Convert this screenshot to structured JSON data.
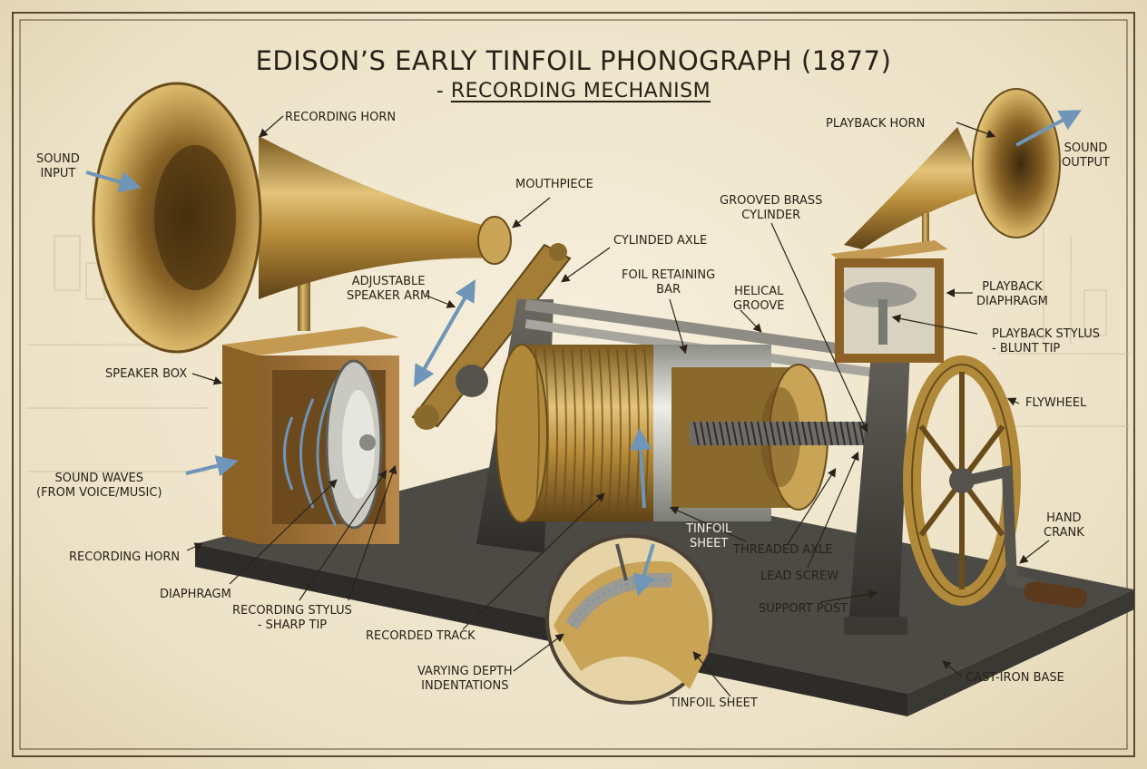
{
  "title": {
    "line1": "EDISON’S EARLY TINFOIL PHONOGRAPH (1877)",
    "line2_prefix": "- ",
    "line2": "RECORDING MECHANISM"
  },
  "colors": {
    "background": "#efe6cf",
    "brass": "#b08a3a",
    "cast_iron": "#4a4842",
    "ink": "#2a2218",
    "arrow_blue": "#6f95b8",
    "tinfoil": "#c9c9c4"
  },
  "labels": {
    "sound_input": [
      "SOUND",
      "INPUT"
    ],
    "recording_horn_top": "RECORDING HORN",
    "mouthpiece": "MOUTHPIECE",
    "adjustable_speaker_arm": [
      "ADJUSTABLE",
      "SPEAKER ARM"
    ],
    "cylinded_axle": "CYLINDED AXLE",
    "foil_retaining_bar": [
      "FOIL RETAINING",
      "BAR"
    ],
    "helical_groove": [
      "HELICAL",
      "GROOVE"
    ],
    "grooved_brass_cylinder": [
      "GROOVED BRASS",
      "CYLINDER"
    ],
    "playback_horn": "PLAYBACK HORN",
    "sound_output": [
      "SOUND",
      "OUTPUT"
    ],
    "playback_diaphragm": [
      "PLAYBACK",
      "DIAPHRAGM"
    ],
    "playback_stylus": [
      "PLAYBACK STYLUS",
      "- BLUNT TIP"
    ],
    "flywheel": "FLYWHEEL",
    "speaker_box": "SPEAKER BOX",
    "sound_waves": [
      "SOUND WAVES",
      "(FROM VOICE/MUSIC)"
    ],
    "recording_horn_bottom": "RECORDING HORN",
    "diaphragm": "DIAPHRAGM",
    "recording_stylus": [
      "RECORDING STYLUS",
      "- SHARP TIP"
    ],
    "recorded_track": "RECORDED TRACK",
    "varying_depth": [
      "VARYING DEPTH",
      "INDENTATIONS"
    ],
    "tinfoil_sheet_inset": "TINFOIL SHEET",
    "tinfoil_sheet_drum": [
      "TINFOIL",
      "SHEET"
    ],
    "threaded_axle": "THREADED AXLE",
    "lead_screw": "LEAD SCREW",
    "support_post": "SUPPORT POST",
    "hand_crank": [
      "HAND",
      "CRANK"
    ],
    "cast_iron_base": "CAST-IRON BASE"
  }
}
